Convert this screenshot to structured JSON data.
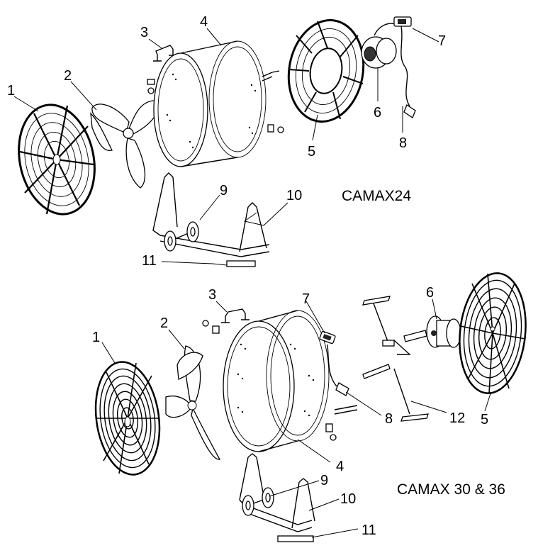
{
  "diagram": {
    "top_model_label": "CAMAX24",
    "bottom_model_label": "CAMAX 30 & 36",
    "top_callouts": {
      "grill_front": "1",
      "blade": "2",
      "handle": "3",
      "drum": "4",
      "grill_rear": "5",
      "motor": "6",
      "switch": "7",
      "cord": "8",
      "wheel": "9",
      "stand": "10",
      "foot": "11"
    },
    "bottom_callouts": {
      "grill_front": "1",
      "blade": "2",
      "handle": "3",
      "drum": "4",
      "grill_rear": "5",
      "motor": "6",
      "switch": "7",
      "cord": "8",
      "wheel": "9",
      "stand": "10",
      "foot": "11",
      "motor_bracket": "12"
    }
  }
}
